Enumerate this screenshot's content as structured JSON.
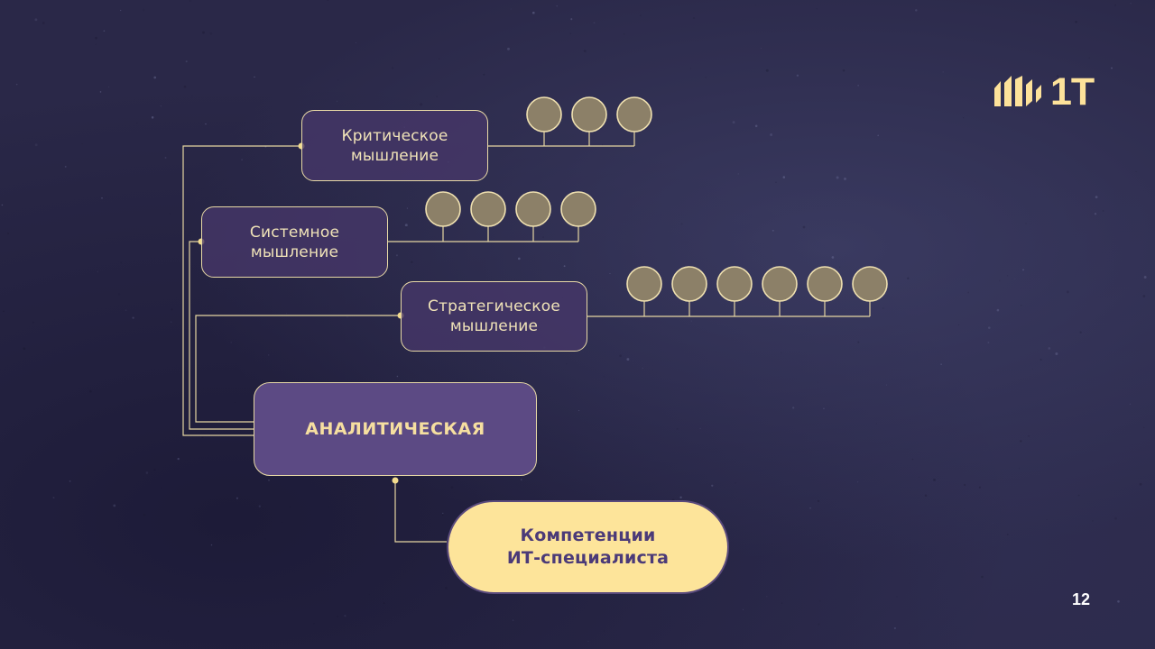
{
  "diagram": {
    "root": {
      "label": "Компетенции\nИТ-специалиста"
    },
    "hub": {
      "label": "АНАЛИТИЧЕСКАЯ"
    },
    "branches": [
      {
        "id": "critical",
        "label": "Критическое\nмышление",
        "leaf_count": 3
      },
      {
        "id": "systemic",
        "label": "Системное\nмышление",
        "leaf_count": 4
      },
      {
        "id": "strategic",
        "label": "Стратегическое\nмышление",
        "leaf_count": 6
      }
    ]
  },
  "logo": {
    "text": "1T"
  },
  "page_number": "12",
  "colors": {
    "background": "#2a2848",
    "node_border": "#e8d9a6",
    "node_fill": "#46376a",
    "hub_fill": "#5c4a84",
    "root_fill": "#fde49a",
    "root_text": "#4b3a78",
    "leaf_fill": "#8c8068",
    "line": "#e6d6a2"
  }
}
